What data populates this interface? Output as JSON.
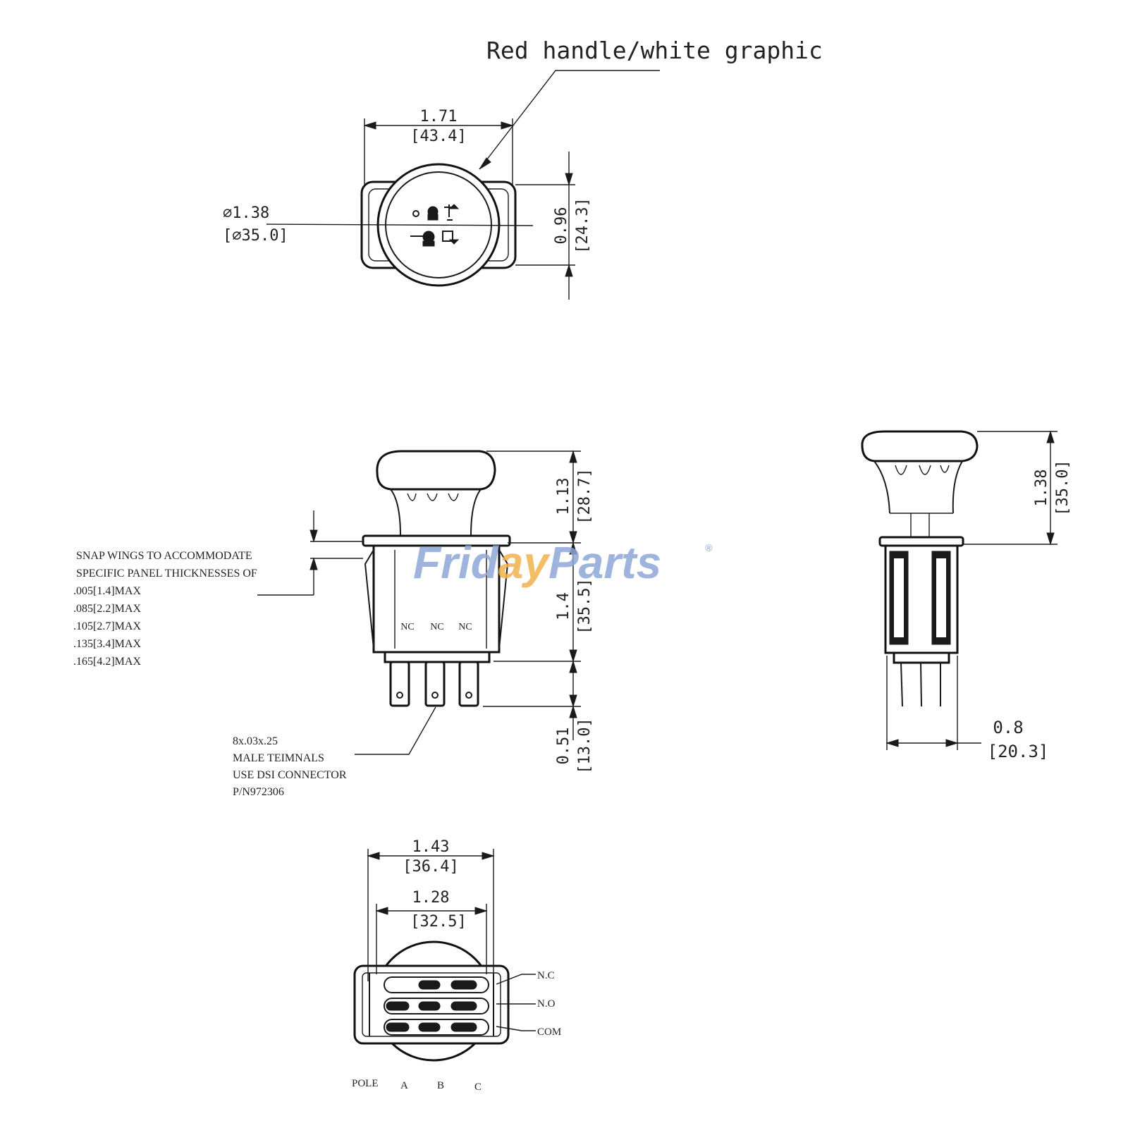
{
  "callout": {
    "handle_note": "Red handle/white graphic"
  },
  "top_view": {
    "width_in": "1.71",
    "width_mm": "[43.4]",
    "dia_in": "⌀1.38",
    "dia_mm": "[⌀35.0]",
    "height_in": "0.96",
    "height_mm": "[24.3]"
  },
  "front_view": {
    "handle_height_in": "1.13",
    "handle_height_mm": "[28.7]",
    "body_height_in": "1.4",
    "body_height_mm": "[35.5]",
    "terminal_in": "0.51",
    "terminal_mm": "[13.0]",
    "contact_labels": [
      "NC",
      "NC",
      "NC"
    ],
    "snap_note": [
      "SNAP WINGS TO ACCOMMODATE",
      "SPECIFIC PANEL THICKNESSES OF",
      ".005[1.4]MAX",
      ".085[2.2]MAX",
      ".105[2.7]MAX",
      ".135[3.4]MAX",
      ".165[4.2]MAX"
    ],
    "terminal_note": [
      "8x.03x.25",
      "MALE TEIMNALS",
      "USE DSI CONNECTOR",
      "P/N972306"
    ]
  },
  "side_view": {
    "height_in": "1.38",
    "height_mm": "[35.0]",
    "depth_in": "0.8",
    "depth_mm": "[20.3]"
  },
  "bottom_view": {
    "outer_in": "1.43",
    "outer_mm": "[36.4]",
    "inner_in": "1.28",
    "inner_mm": "[32.5]",
    "row_labels": [
      "N.C",
      "N.O",
      "COM"
    ],
    "pole_label": "POLE",
    "pole_columns": [
      "A",
      "B",
      "C"
    ]
  },
  "watermark": {
    "brand_a": "Frid",
    "brand_b": "ay",
    "brand_c": "Parts",
    "reg": "®"
  }
}
